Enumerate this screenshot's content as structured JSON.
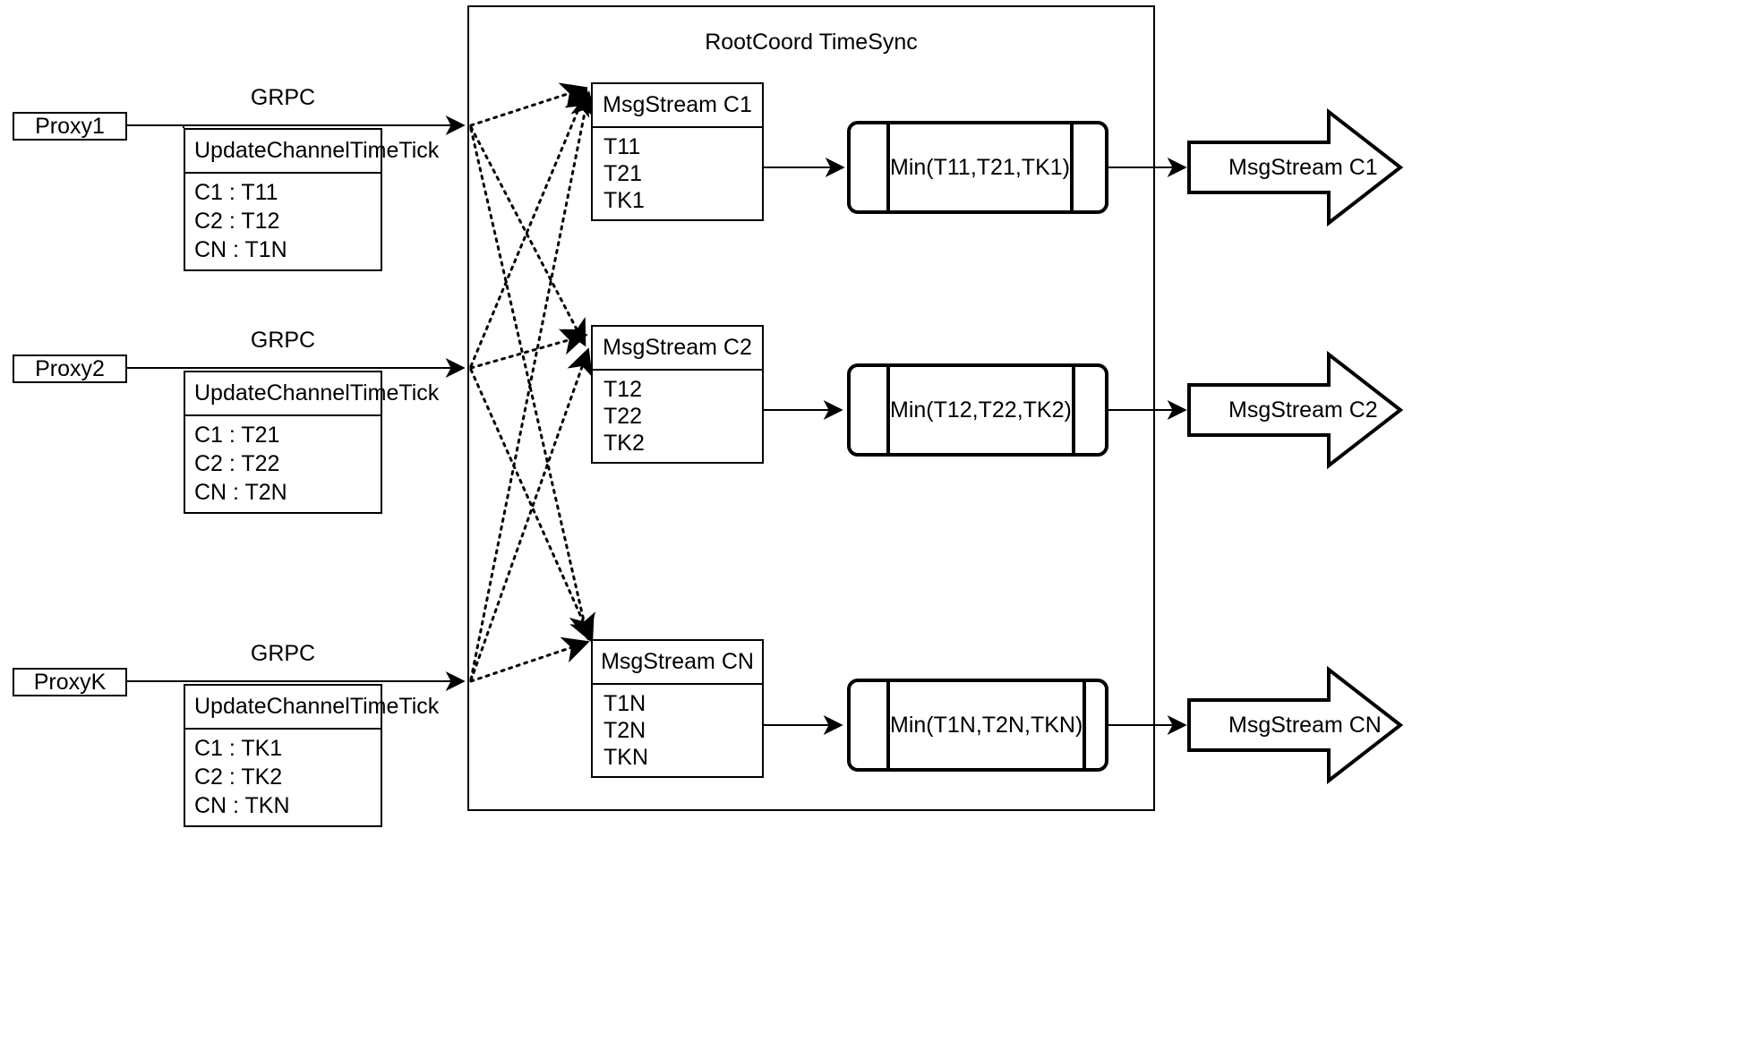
{
  "diagram": {
    "title": "RootCoord TimeSync",
    "container_label": "RootCoord TimeSync"
  },
  "proxies": [
    {
      "name": "Proxy1",
      "link_label": "GRPC",
      "request": {
        "title": "UpdateChannelTimeTick",
        "rows": [
          "C1 :  T11",
          "C2 :  T12",
          "CN : T1N"
        ]
      }
    },
    {
      "name": "Proxy2",
      "link_label": "GRPC",
      "request": {
        "title": "UpdateChannelTimeTick",
        "rows": [
          "C1 :  T21",
          "C2 :  T22",
          "CN : T2N"
        ]
      }
    },
    {
      "name": "ProxyK",
      "link_label": "GRPC",
      "request": {
        "title": "UpdateChannelTimeTick",
        "rows": [
          "C1 :  TK1",
          "C2 :  TK2",
          "CN : TKN"
        ]
      }
    }
  ],
  "channels": [
    {
      "stream": {
        "title": "MsgStream C1",
        "rows": [
          "T11",
          "T21",
          "TK1"
        ]
      },
      "reducer": {
        "label": "Min(T11,T21,TK1)"
      },
      "output": {
        "label": "MsgStream C1"
      }
    },
    {
      "stream": {
        "title": "MsgStream C2",
        "rows": [
          "T12",
          "T22",
          "TK2"
        ]
      },
      "reducer": {
        "label": "Min(T12,T22,TK2)"
      },
      "output": {
        "label": "MsgStream C2"
      }
    },
    {
      "stream": {
        "title": "MsgStream CN",
        "rows": [
          "T1N",
          "T2N",
          "TKN"
        ]
      },
      "reducer": {
        "label": "Min(T1N,T2N,TKN)"
      },
      "output": {
        "label": "MsgStream CN"
      }
    }
  ],
  "colors": {
    "stroke": "#000000",
    "background": "#ffffff"
  }
}
